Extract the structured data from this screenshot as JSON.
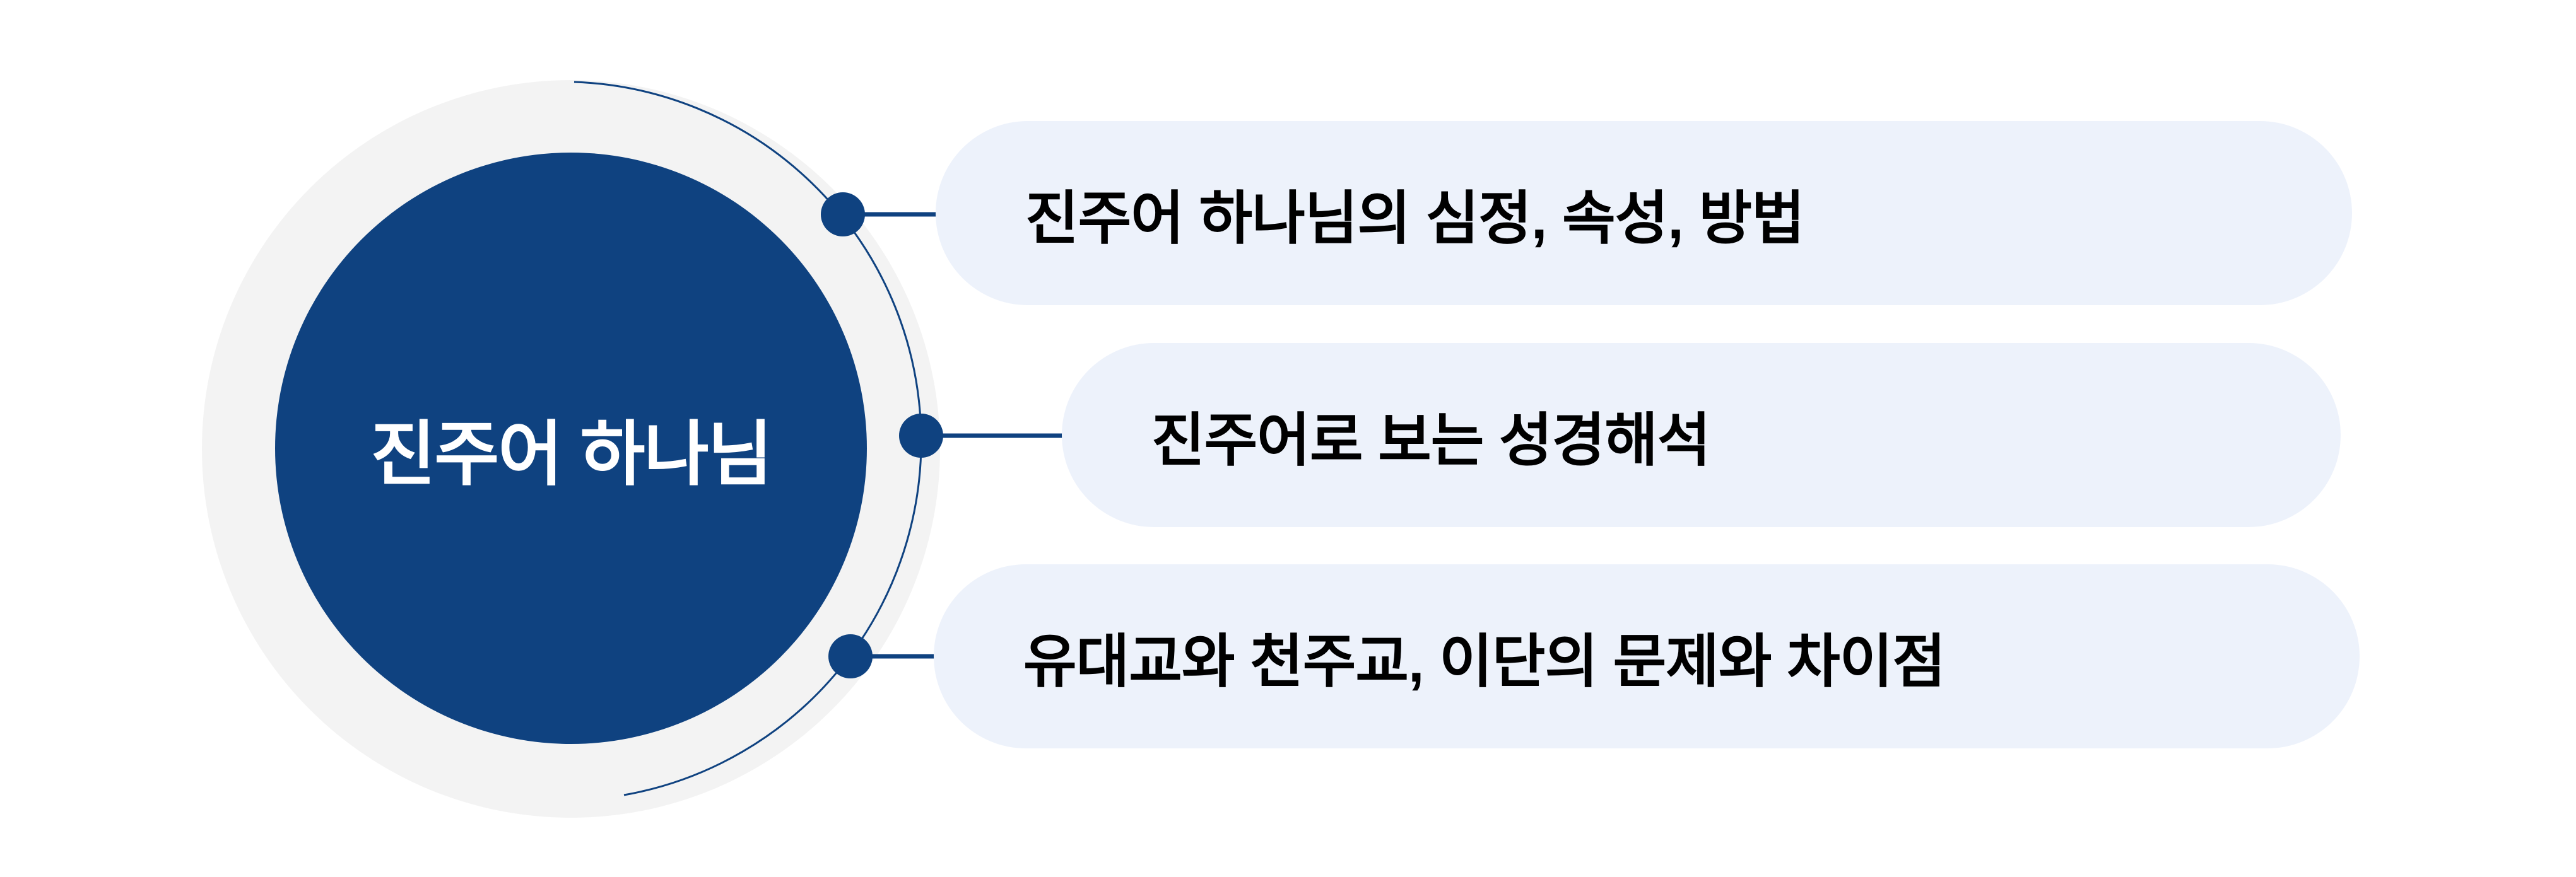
{
  "diagram": {
    "center": {
      "label": "진주어 하나님"
    },
    "items": [
      {
        "label": "진주어 하나님의 심정, 속성, 방법"
      },
      {
        "label": "진주어로 보는 성경해석"
      },
      {
        "label": "유대교와 천주교, 이단의 문제와 차이점"
      }
    ],
    "colors": {
      "primary": "#0F4280",
      "ring": "#F3F3F3",
      "pill_bg": "#EDF2FB",
      "pill_text": "#000000",
      "center_text": "#FFFFFF",
      "background": "#FFFFFF"
    }
  }
}
